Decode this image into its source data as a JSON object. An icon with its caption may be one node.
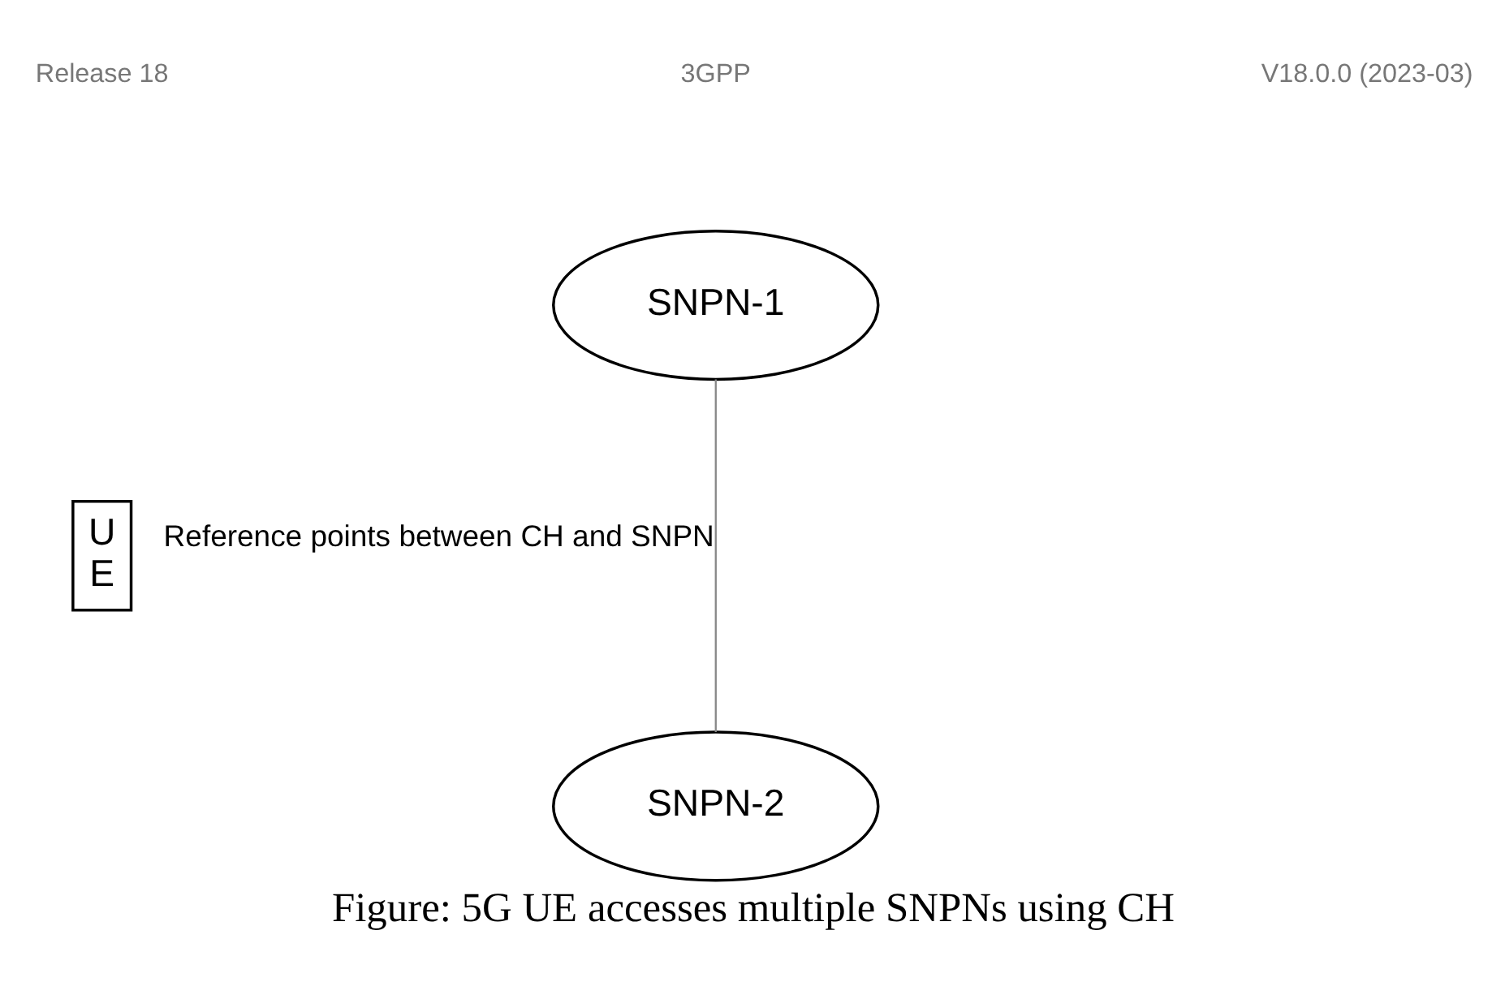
{
  "diagram": {
    "caption": "Figure: 5G UE accesses multiple SNPNs using CH",
    "nodes": [
      {
        "text": [
          "SNPN-1"
        ]
      },
      {
        "text": [
          "U E"
        ]
      },
      {
        "text": [
          "SNPN-2"
        ]
      }
    ],
    "edges": [
      {
        "from": 0,
        "to": 2,
        "arrow": "none",
        "label": "Reference points between CH and SNPN"
      }
    ],
    "labels": [
      "Release 18",
      "3GPP",
      "V18.0.0 (2023-03)"
    ]
  }
}
